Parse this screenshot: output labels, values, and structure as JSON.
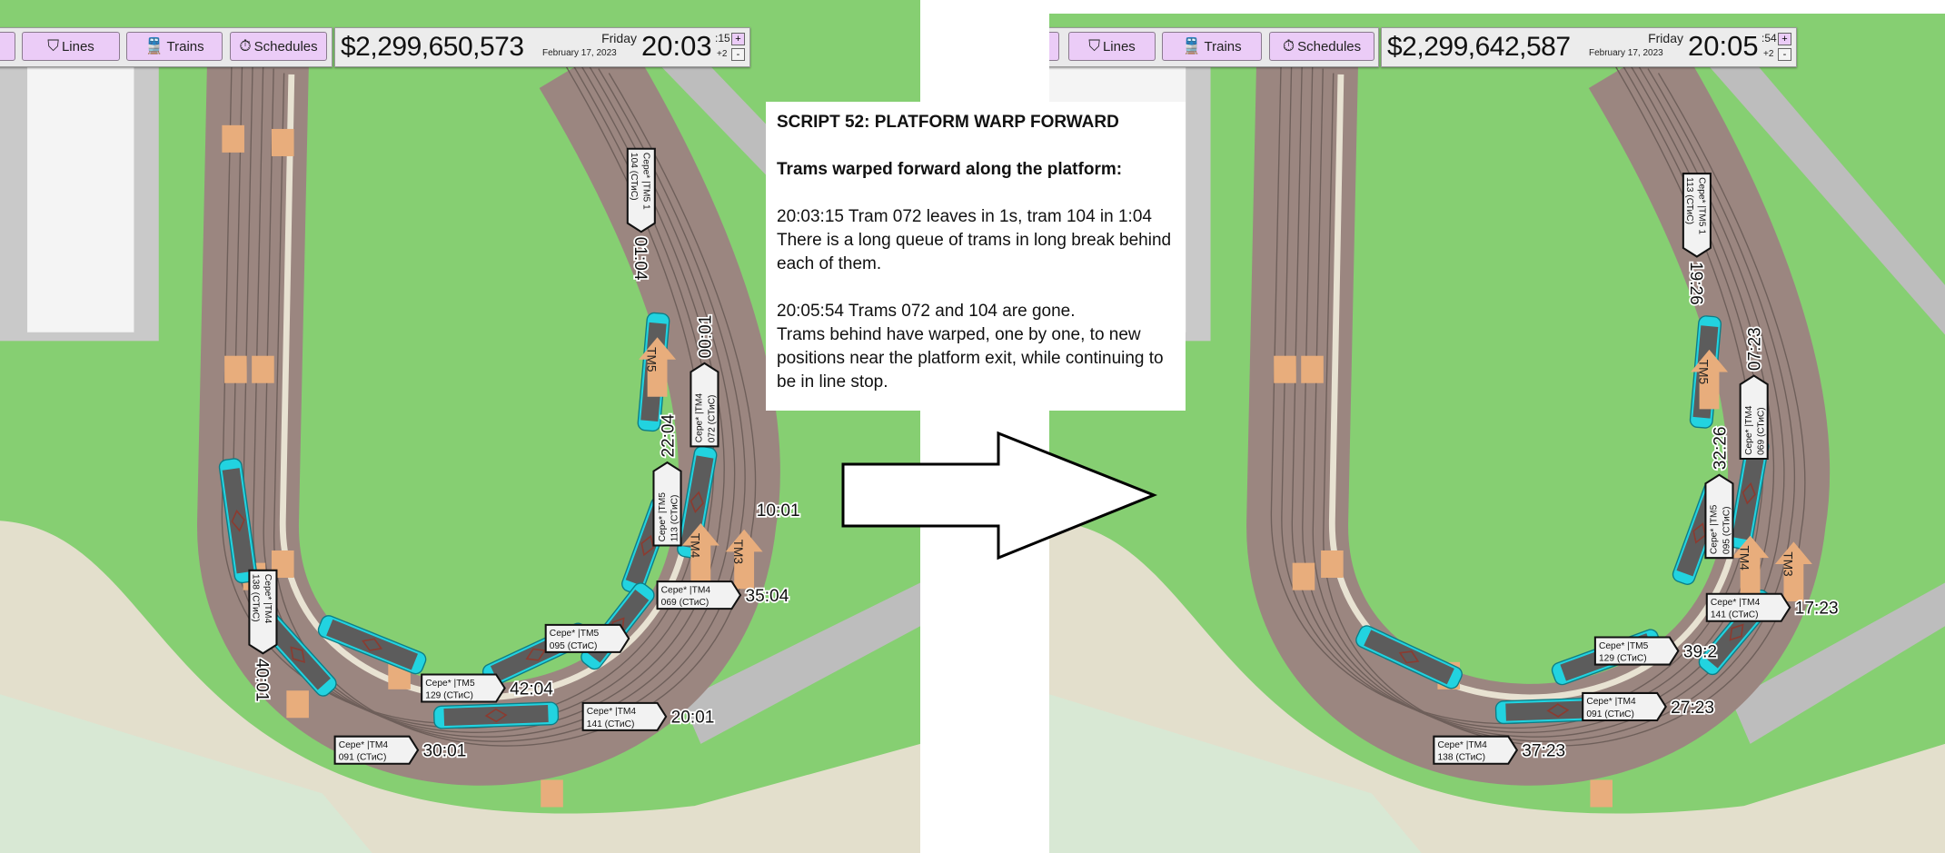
{
  "left": {
    "toolbar": {
      "lines": "Lines",
      "trains": "Trains",
      "schedules": "Schedules"
    },
    "status": {
      "money": "$2,299,650,573",
      "weekday": "Friday",
      "date": "February 17, 2023",
      "time": "20:03",
      "seconds": ":15",
      "speed": "+2",
      "plus": "+",
      "minus": "-"
    },
    "line_arrows": [
      "TM5",
      "TM4",
      "TM3"
    ],
    "tags": [
      {
        "l1": "Cepe* |TM5 1",
        "l2": "104 (СТиС)",
        "timer": "01:04"
      },
      {
        "l1": "Cepe* |TM4",
        "l2": "072 (СТиС)",
        "timer": "00:01"
      },
      {
        "l1": "Cepe* |TM5",
        "l2": "113 (СТиС)",
        "timer": "22:04"
      },
      {
        "l1": "Cepe* |TM4",
        "l2": "069 (СТиС)",
        "timer": "35:04"
      },
      {
        "l1": "Cepe* |TM5",
        "l2": "095 (СТиС)",
        "timer": ""
      },
      {
        "l1": "Cepe* |TM5",
        "l2": "129 (СТиС)",
        "timer": "42:04"
      },
      {
        "l1": "Cepe* |TM4",
        "l2": "141 (СТиС)",
        "timer": "20:01"
      },
      {
        "l1": "Cepe* |TM4",
        "l2": "091 (СТиС)",
        "timer": "30:01"
      },
      {
        "l1": "Cepe* |TM4",
        "l2": "138 (СТиС)",
        "timer": "40:01"
      }
    ],
    "extra_timer": "10:01"
  },
  "right": {
    "toolbar": {
      "lines": "Lines",
      "trains": "Trains",
      "schedules": "Schedules"
    },
    "status": {
      "money": "$2,299,642,587",
      "weekday": "Friday",
      "date": "February 17, 2023",
      "time": "20:05",
      "seconds": ":54",
      "speed": "+2",
      "plus": "+",
      "minus": "-"
    },
    "line_arrows": [
      "TM5",
      "TM4",
      "TM3"
    ],
    "tags": [
      {
        "l1": "Cepe* |TM5 1",
        "l2": "113 (СТиС)",
        "timer": "19:26"
      },
      {
        "l1": "Cepe* |TM4",
        "l2": "069 (СТиС)",
        "timer": "07:23"
      },
      {
        "l1": "Cepe* |TM5",
        "l2": "095 (СТиС)",
        "timer": "32:26"
      },
      {
        "l1": "Cepe* |TM4",
        "l2": "141 (СТиС)",
        "timer": "17:23"
      },
      {
        "l1": "Cepe* |TM5",
        "l2": "129 (СТиС)",
        "timer": "39:2"
      },
      {
        "l1": "Cepe* |TM4",
        "l2": "091 (СТиС)",
        "timer": "27:23"
      },
      {
        "l1": "Cepe* |TM4",
        "l2": "138 (СТиС)",
        "timer": "37:23"
      }
    ]
  },
  "note": {
    "title": "SCRIPT 52: PLATFORM WARP FORWARD",
    "subtitle": "Trams warped forward along the platform:",
    "p1_l1": "20:03:15 Tram 072 leaves in 1s, tram 104 in 1:04",
    "p1_l2": "There is a long queue of trams in long break behind each of them.",
    "p2_l1": "20:05:54 Trams 072 and 104 are gone.",
    "p2_l2": "Trams behind have warped, one by one, to new positions near the platform exit, while continuing to be in line stop."
  },
  "colors": {
    "grass": "#86cf72",
    "track": "#9b8680",
    "tram": "#22d3e0",
    "tram_body": "#5c5c5c",
    "line_arrow": "#e8ad7c",
    "button": "#ebccf7",
    "ground": "#e3dfcc"
  }
}
